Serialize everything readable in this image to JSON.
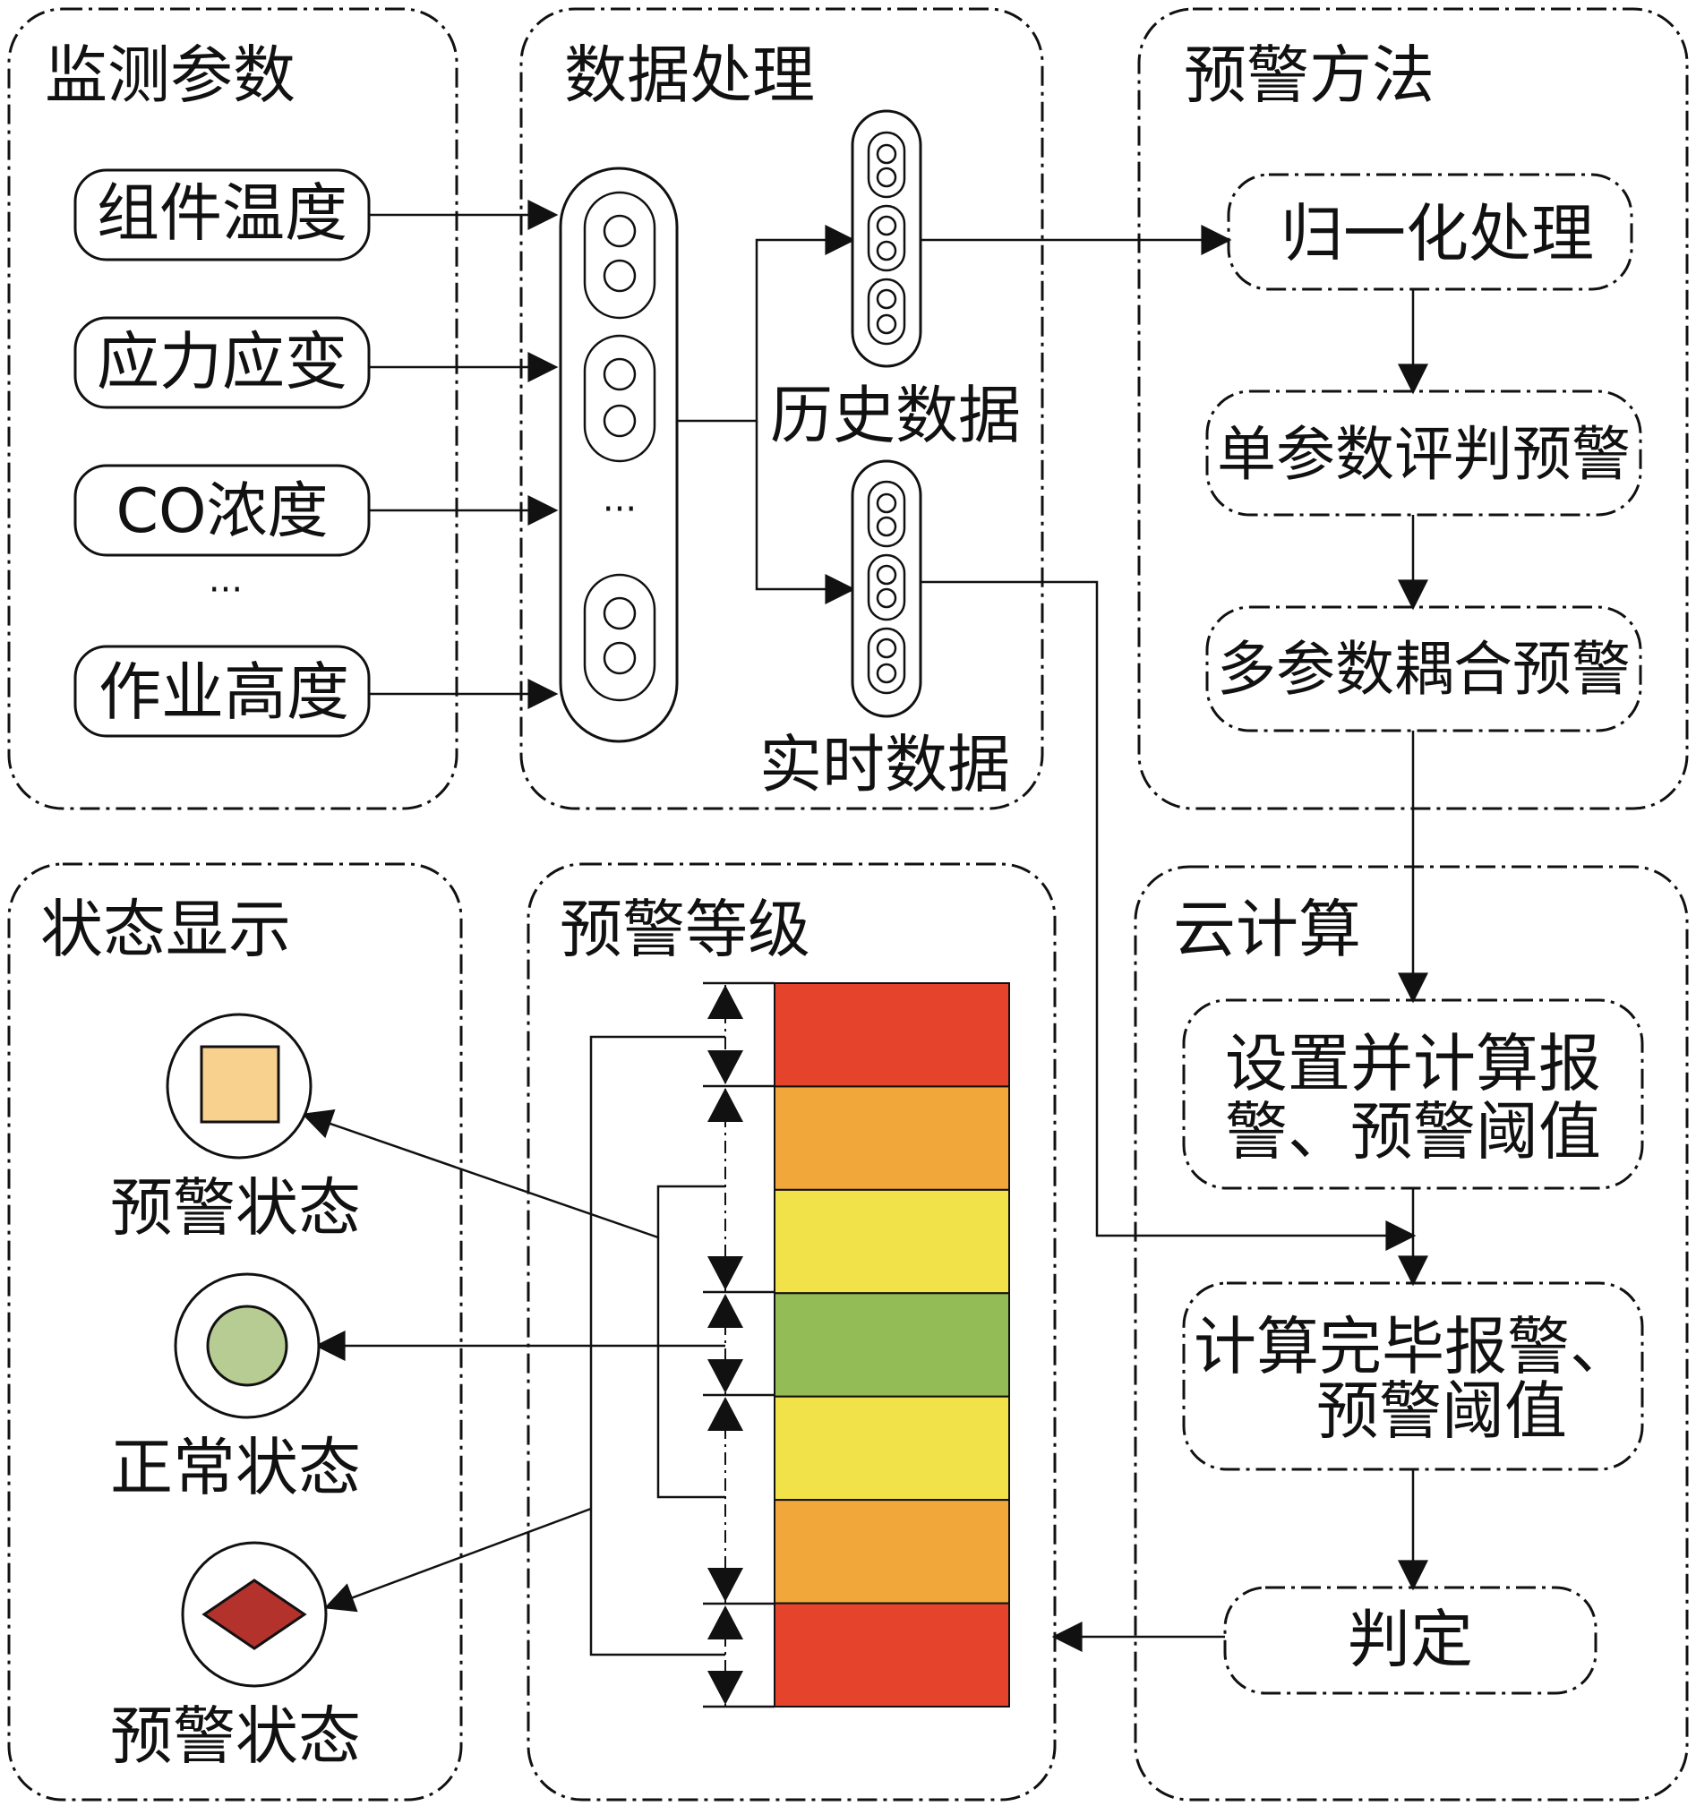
{
  "panels": {
    "monitoring": {
      "title": "监测参数",
      "items": [
        "组件温度",
        "应力应变",
        "CO浓度",
        "作业高度"
      ],
      "ellipsis": "···"
    },
    "processing": {
      "title": "数据处理",
      "history_label": "历史数据",
      "realtime_label": "实时数据",
      "ellipsis": "···"
    },
    "method": {
      "title": "预警方法",
      "steps": [
        "归一化处理",
        "单参数评判预警",
        "多参数耦合预警"
      ]
    },
    "status": {
      "title": "状态显示",
      "states": [
        "预警状态",
        "正常状态",
        "预警状态"
      ]
    },
    "levels": {
      "title": "预警等级",
      "colors": [
        "#e5432b",
        "#f2a73a",
        "#f2e24a",
        "#94bc56",
        "#f2e24a",
        "#f2a73a",
        "#e5432b"
      ]
    },
    "cloud": {
      "title": "云计算",
      "set_threshold": [
        "设置并计算报",
        "警、预警阈值"
      ],
      "computed_threshold": [
        "计算完毕报警、",
        "预警阈值"
      ],
      "judge": "判定"
    }
  },
  "colors": {
    "state_square": "#f9d18e",
    "state_circle": "#b6cc92",
    "state_diamond": "#b3322c"
  }
}
